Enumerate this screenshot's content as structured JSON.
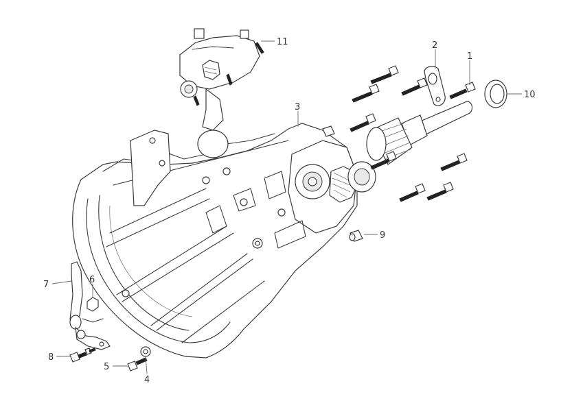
{
  "callouts": [
    {
      "id": "1",
      "label": "1"
    },
    {
      "id": "2",
      "label": "2"
    },
    {
      "id": "3",
      "label": "3"
    },
    {
      "id": "4",
      "label": "4"
    },
    {
      "id": "5",
      "label": "5"
    },
    {
      "id": "6",
      "label": "6"
    },
    {
      "id": "7",
      "label": "7"
    },
    {
      "id": "8",
      "label": "8"
    },
    {
      "id": "9",
      "label": "9"
    },
    {
      "id": "10",
      "label": "10"
    },
    {
      "id": "11",
      "label": "11"
    }
  ],
  "colors": {
    "line": "#3a3a3a",
    "background": "#ffffff",
    "text": "#333333"
  }
}
